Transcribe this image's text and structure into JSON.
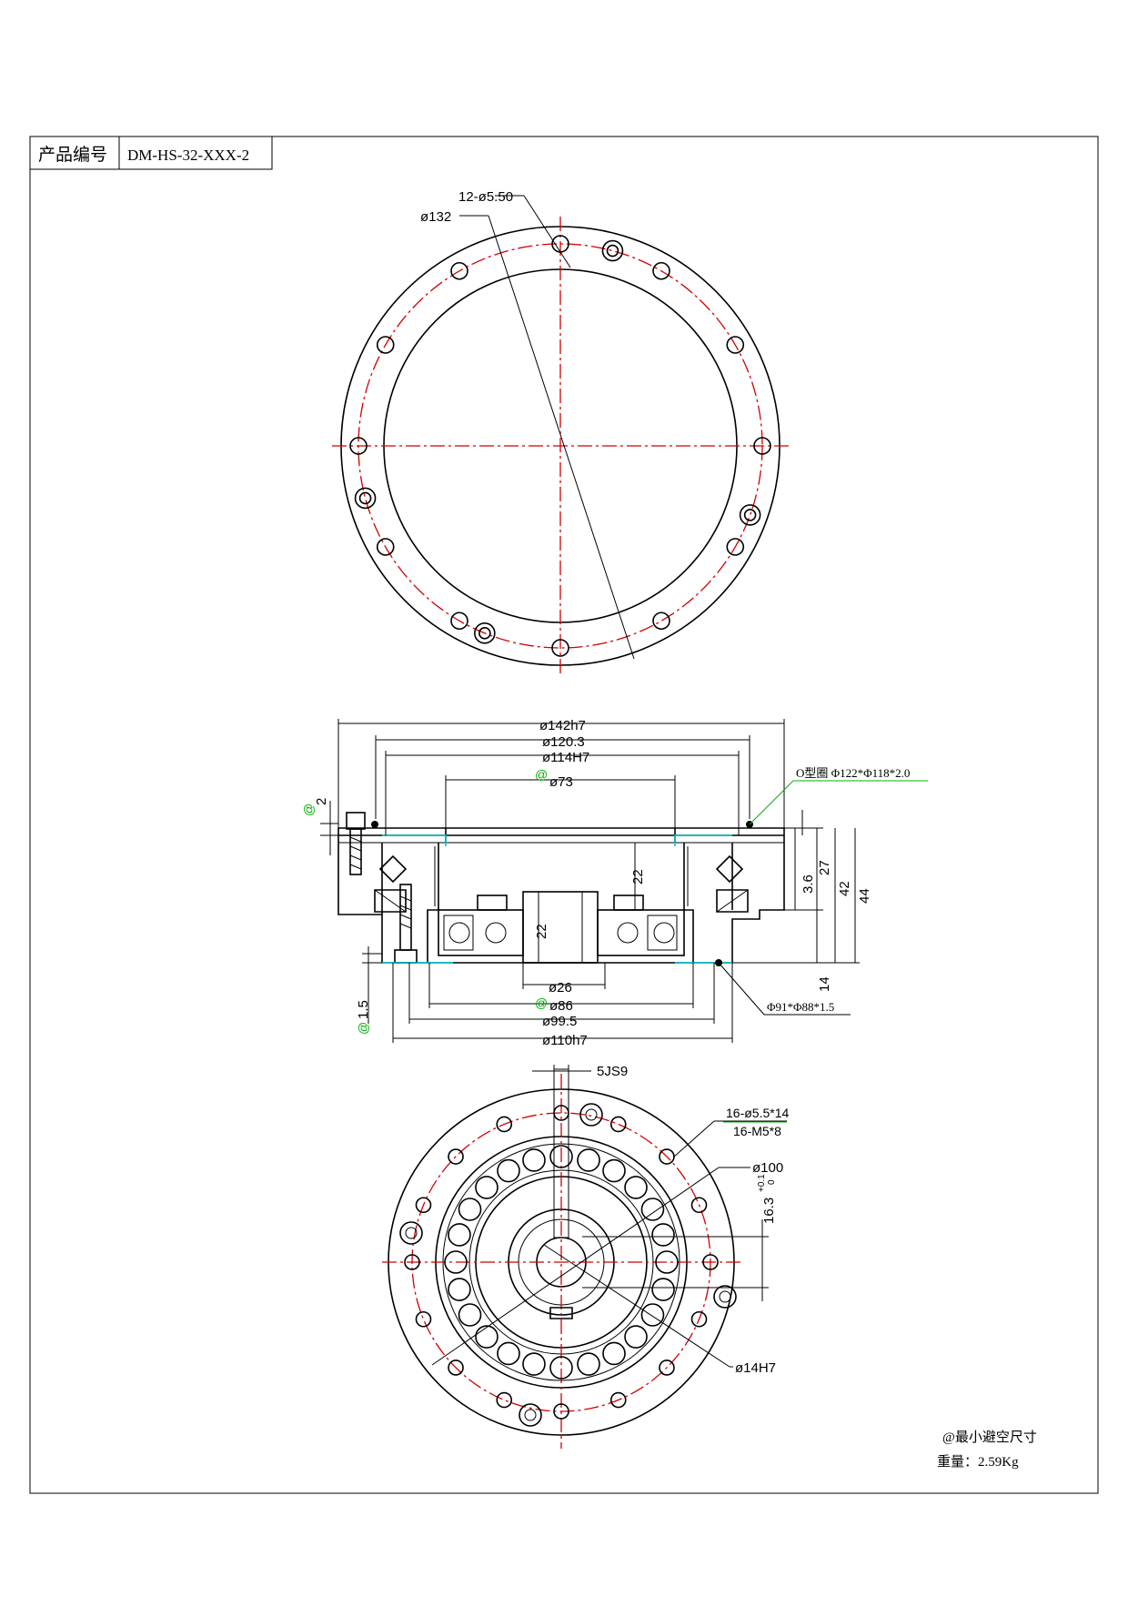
{
  "title_block": {
    "label": "产品编号",
    "product_code": "DM-HS-32-XXX-2"
  },
  "top_view": {
    "bolt_holes_label": "12-ø5.50",
    "outer_dia_label": "ø132"
  },
  "section_view": {
    "dims_horizontal": [
      "ø142h7",
      "ø120.3",
      "ø114H7",
      "ø73",
      "ø26",
      "ø86",
      "ø99.5",
      "ø110h7"
    ],
    "dims_vertical": [
      "2",
      "22",
      "22",
      "3.6",
      "27",
      "42",
      "44",
      "14",
      "1.5"
    ],
    "oring_top": "O型圈 Φ122*Φ118*2.0",
    "oring_bottom": "Φ91*Φ88*1.5",
    "min_clearance_mark": "@"
  },
  "bottom_view": {
    "keyway": "5JS9",
    "holes_through": "16-ø5.5*14",
    "holes_thread": "16-M5*8",
    "pcd": "ø100",
    "key_height": "16.3",
    "key_tol_upper": "+0.1",
    "key_tol_lower": "0",
    "bore": "ø14H7"
  },
  "notes": {
    "clearance_note": "@最小避空尺寸",
    "weight": "重量：2.59Kg"
  }
}
